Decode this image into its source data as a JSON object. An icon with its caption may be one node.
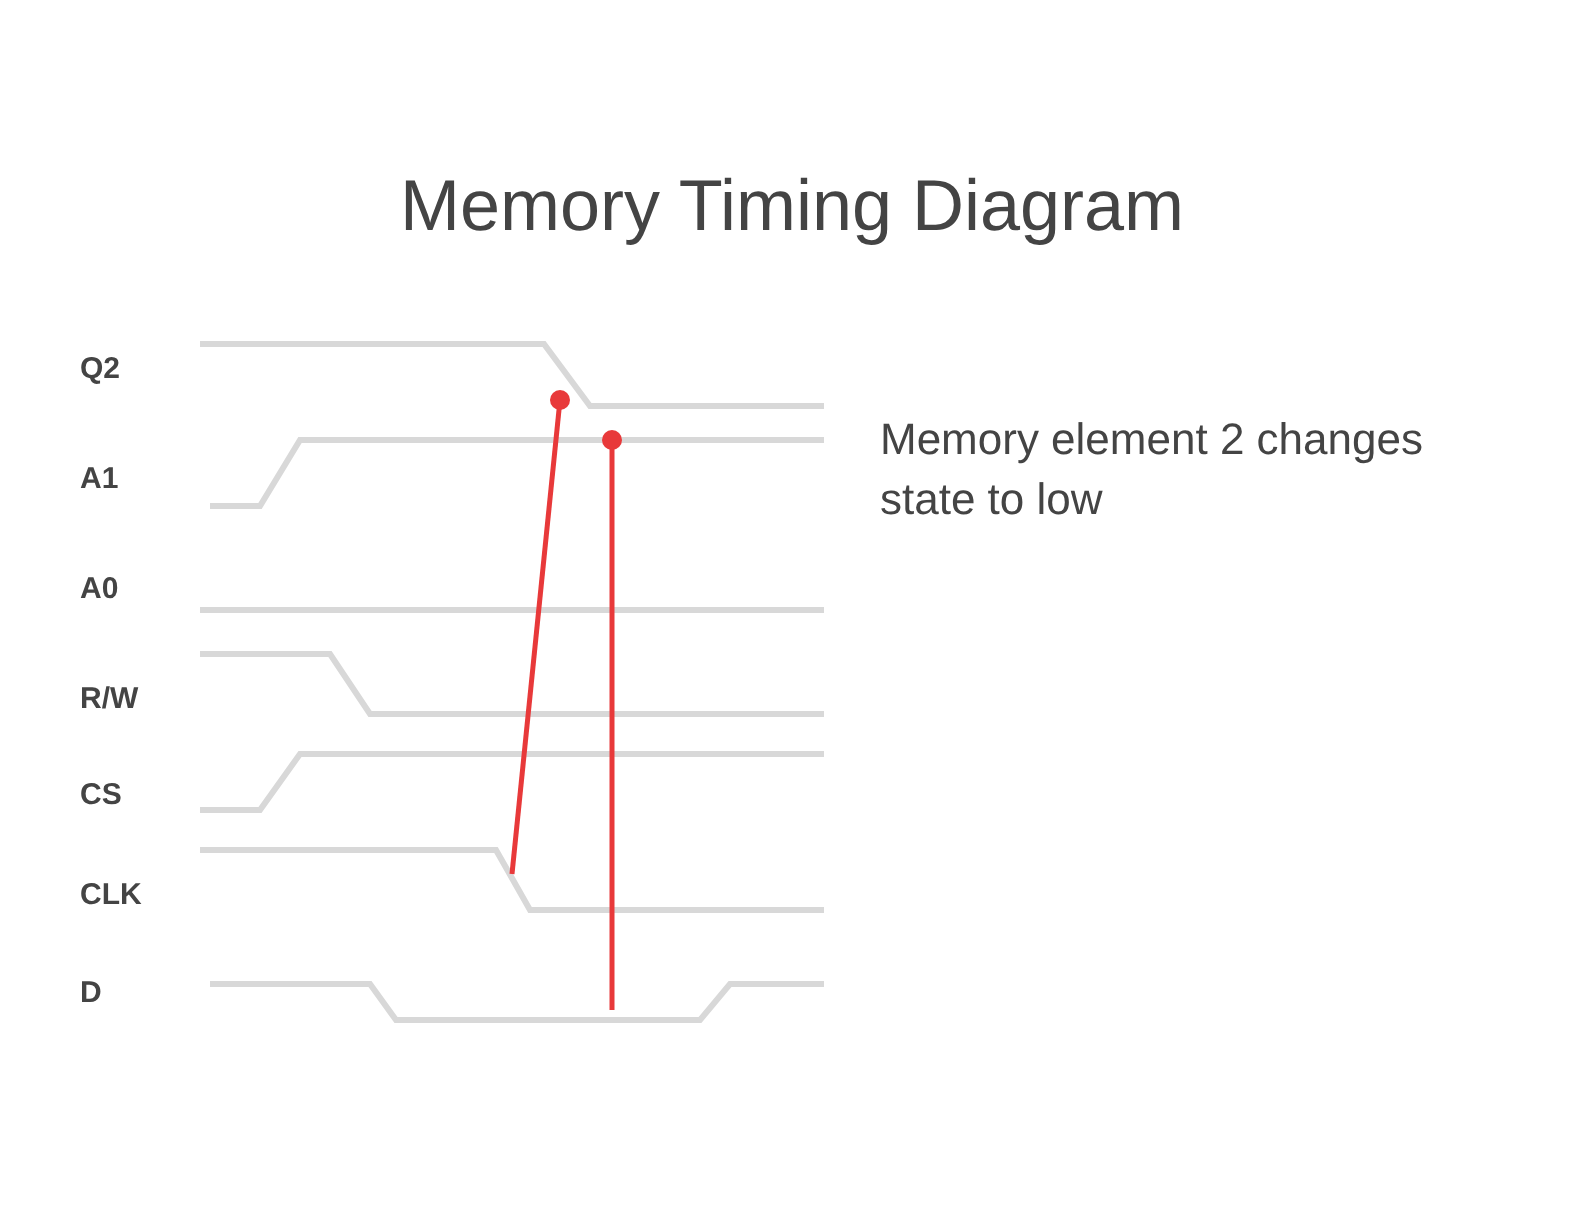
{
  "diagram": {
    "title": "Memory Timing Diagram",
    "labels": [
      "Q2",
      "A1",
      "A0",
      "R/W",
      "CS",
      "CLK",
      "D",
      "Memory element 2 changes state to low"
    ]
  }
}
